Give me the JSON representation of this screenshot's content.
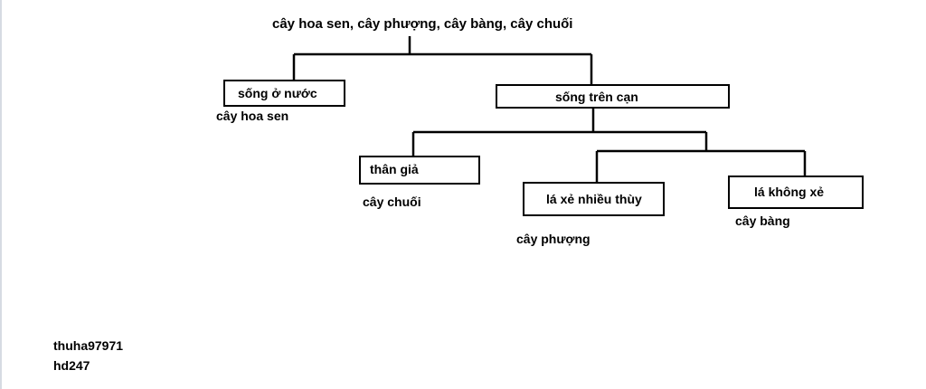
{
  "root": "cây hoa sen, cây phượng, cây bàng, cây chuối",
  "water": {
    "title": "sống ở nước",
    "example": "cây hoa sen"
  },
  "land": {
    "title": "sống trên cạn"
  },
  "false_stem": {
    "title": "thân giả",
    "example": "cây chuối"
  },
  "many_lobes": {
    "title": "lá xẻ nhiều thùy",
    "example": "cây phượng"
  },
  "no_lobes": {
    "title": "lá không xẻ",
    "example": "cây bàng"
  },
  "credits": {
    "user": "thuha97971",
    "site": "hd247"
  }
}
